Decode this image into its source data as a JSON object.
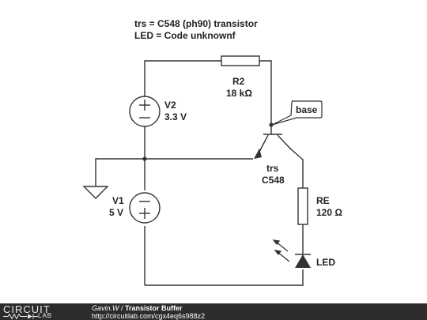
{
  "notes": {
    "line1": "trs = C548 (ph90) transistor",
    "line2": "LED = Code unknownf"
  },
  "components": {
    "r2": {
      "name": "R2",
      "value": "18 kΩ"
    },
    "v2": {
      "name": "V2",
      "value": "3.3 V"
    },
    "v1": {
      "name": "V1",
      "value": "5 V"
    },
    "trs": {
      "name": "trs",
      "value": "C548"
    },
    "re": {
      "name": "RE",
      "value": "120 Ω"
    },
    "led": {
      "name": "LED"
    },
    "probe": {
      "label": "base"
    }
  },
  "footer": {
    "brand_top": "CIRCUIT",
    "brand_bottom": "LAB",
    "author": "Gavin.W",
    "separator": " / ",
    "title": "Transistor Buffer",
    "url": "http://circuitlab.com/cgx4eq6s988z2"
  }
}
